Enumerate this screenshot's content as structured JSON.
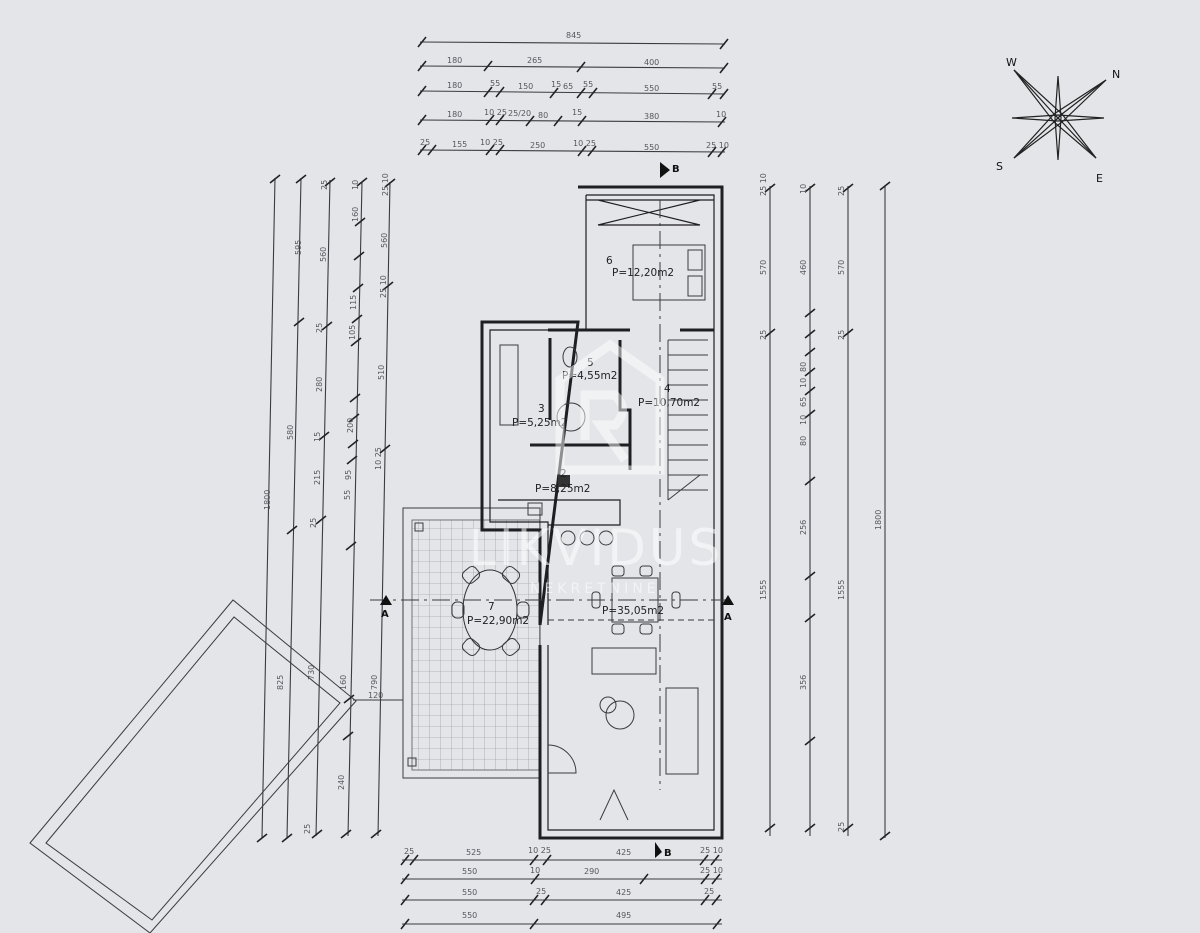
{
  "plan": {
    "rooms": [
      {
        "number": "2",
        "area": "P=8,25m2"
      },
      {
        "number": "3",
        "area": "P=5,25m2"
      },
      {
        "number": "4",
        "area": "P=10,70m2"
      },
      {
        "number": "5",
        "area": "P=4,55m2"
      },
      {
        "number": "6",
        "area": "P=12,20m2"
      },
      {
        "number": "7",
        "area": "P=22,90m2"
      },
      {
        "number": "",
        "area": "P=35,05m2"
      }
    ],
    "section_labels": {
      "a": "A",
      "b": "B"
    },
    "compass": {
      "w": "W",
      "n": "N",
      "s": "S",
      "e": "E"
    },
    "watermark": {
      "brand": "LIKVIDUS",
      "sub": "NEKRETNINE"
    },
    "dimensions": {
      "top": [
        [
          "845"
        ],
        [
          "180",
          "265",
          "400"
        ],
        [
          "180",
          "55",
          "150",
          "15",
          "65",
          "55",
          "550",
          "55"
        ],
        [
          "180",
          "10 25",
          "25/20",
          "80",
          "15",
          "380",
          "10"
        ],
        [
          "25",
          "155",
          "10 25",
          "250",
          "10 25",
          "550",
          "25 10"
        ]
      ],
      "bottom": [
        [
          "25",
          "525",
          "10 25",
          "425",
          "25 10"
        ],
        [
          "550",
          "10",
          "290",
          "25 10"
        ],
        [
          "550",
          "25",
          "425",
          "25"
        ],
        [
          "550",
          "495"
        ]
      ],
      "left": [
        [
          "1800"
        ],
        [
          "595",
          "580",
          "825"
        ],
        [
          "25",
          "560",
          "25",
          "280",
          "15",
          "215",
          "25",
          "730",
          "25"
        ],
        [
          "10",
          "160",
          "115",
          "105",
          "200",
          "95",
          "55",
          "160",
          "240"
        ],
        [
          "25 10",
          "560",
          "25 10",
          "510",
          "10 25",
          "790",
          "120"
        ]
      ],
      "right": [
        [
          "25 10",
          "570",
          "25",
          "1555"
        ],
        [
          "10",
          "460",
          "80",
          "10",
          "65",
          "10",
          "80",
          "256",
          "356"
        ],
        [
          "25",
          "570",
          "25",
          "1555",
          "25"
        ],
        [
          "1800"
        ]
      ]
    }
  },
  "colors": {
    "paper": "#e3e5e9",
    "ink": "#1e1f22"
  }
}
